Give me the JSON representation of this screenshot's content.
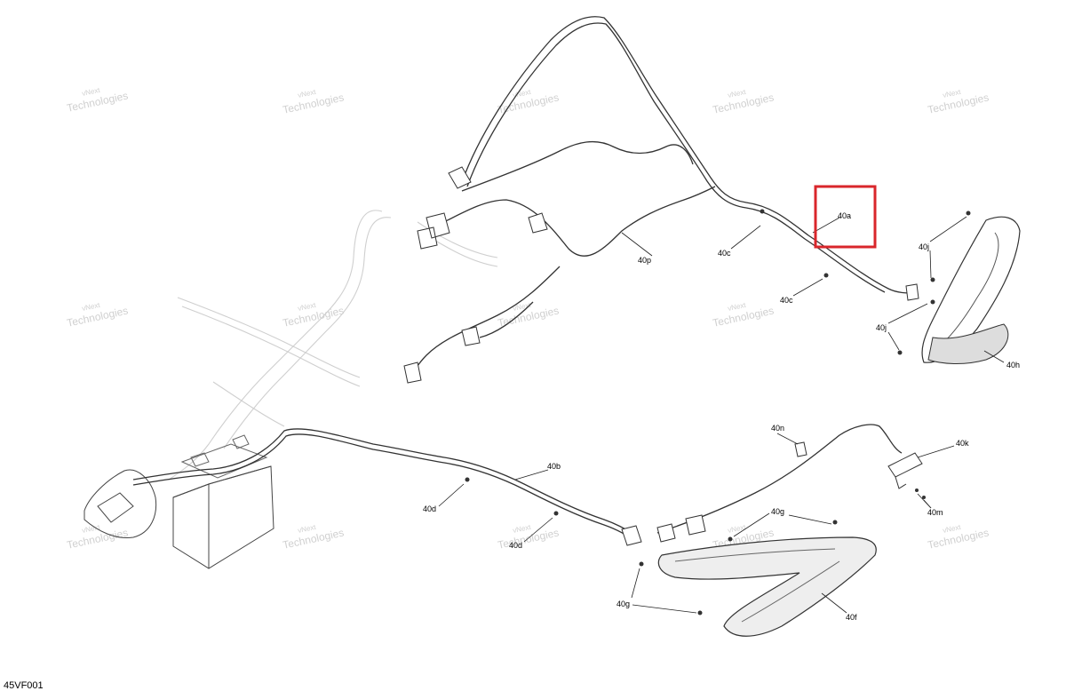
{
  "diagram": {
    "reference_code": "45VF001",
    "watermark": {
      "line1": "vNext",
      "line2": "Technologies"
    },
    "callouts": {
      "a": "40a",
      "b": "40b",
      "c": "40c",
      "d": "40d",
      "f": "40f",
      "g": "40g",
      "h": "40h",
      "j": "40j",
      "k": "40k",
      "m": "40m",
      "n": "40n",
      "p": "40p"
    },
    "highlight_color": "#d9262b"
  }
}
